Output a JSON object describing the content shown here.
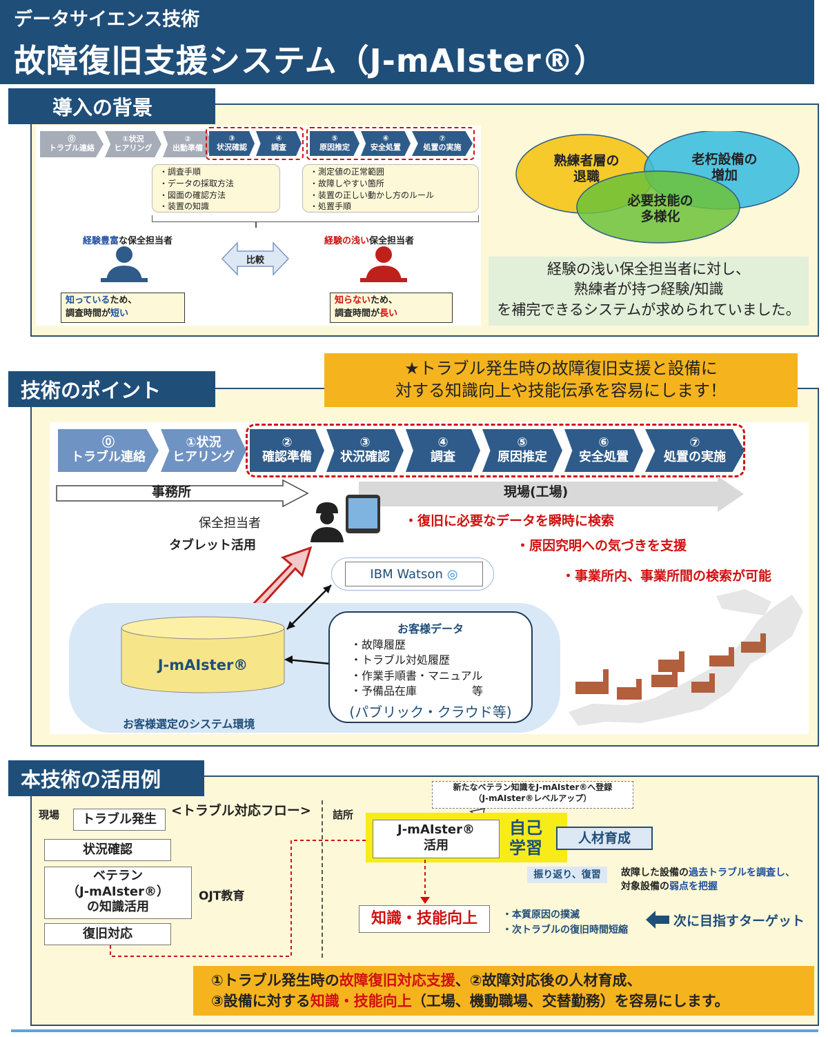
{
  "header": {
    "subtitle": "データサイエンス技術",
    "title": "故障復旧支援システム（J-mAIster®）"
  },
  "background": {
    "tag": "導入の背景",
    "steps": [
      {
        "num": "⓪",
        "label": "トラブル連絡"
      },
      {
        "num": "①状況",
        "label": "ヒアリング"
      },
      {
        "num": "②",
        "label": "出動準備"
      },
      {
        "num": "③",
        "label": "状況確認"
      },
      {
        "num": "④",
        "label": "調査"
      },
      {
        "num": "⑤",
        "label": "原因推定"
      },
      {
        "num": "⑥",
        "label": "安全処置"
      },
      {
        "num": "⑦",
        "label": "処置の実施"
      }
    ],
    "list_left": [
      "・調査手順",
      "・データの採取方法",
      "・図面の確認方法",
      "・装置の知識"
    ],
    "list_right": [
      "・測定値の正常範囲",
      "・故障しやすい箇所",
      "・装置の正しい動かし方のルール",
      "・処置手順"
    ],
    "compare": "比較",
    "exp_title_a": "経験豊富",
    "exp_title_b": "な保全担当者",
    "noexp_title_a": "経験の浅い",
    "noexp_title_b": "保全担当者",
    "exp_box": {
      "a": "知っている",
      "b": "ため、",
      "c": "調査時間が",
      "d": "短い"
    },
    "noexp_box": {
      "a": "知らない",
      "b": "ため、",
      "c": "調査時間が",
      "d": "長い"
    },
    "venn": {
      "c1": "熟練者層の\n退職",
      "c2": "老朽設備の\n増加",
      "c3": "必要技能の\n多様化"
    },
    "note": "経験の浅い保全担当者に対し、\n熟練者が持つ経験/知識\nを補完できるシステムが求められていました。"
  },
  "points": {
    "tag": "技術のポイント",
    "banner": "★トラブル発生時の故障復旧支援と設備に\n対する知識向上や技能伝承を容易にします！",
    "steps": [
      {
        "num": "⓪",
        "label": "トラブル連絡"
      },
      {
        "num": "①状況",
        "label": "ヒアリング"
      },
      {
        "num": "②",
        "label": "確認準備"
      },
      {
        "num": "③",
        "label": "状況確認"
      },
      {
        "num": "④",
        "label": "調査"
      },
      {
        "num": "⑤",
        "label": "原因推定"
      },
      {
        "num": "⑥",
        "label": "安全処置"
      },
      {
        "num": "⑦",
        "label": "処置の実施"
      }
    ],
    "office": "事務所",
    "field": "現場(工場)",
    "worker": "保全担当者",
    "tablet": "タブレット活用",
    "benefits": [
      "・復旧に必要なデータを瞬時に検索",
      "・原因究明への気づきを支援",
      "・事業所内、事業所間の検索が可能"
    ],
    "watson": "IBM Watson",
    "system": "J-mAIster®",
    "customer_title": "お客様データ",
    "customer_items": [
      "・故障履歴",
      "・トラブル対処履歴",
      "・作業手順書・マニュアル",
      "・予備品在庫　　　　　等"
    ],
    "cloud": "(パブリック・クラウド等)",
    "env": "お客様選定のシステム環境"
  },
  "usage": {
    "tag": "本技術の活用例",
    "field": "現場",
    "flow": "<トラブル対応フロー>",
    "office": "詰所",
    "trouble": "トラブル発生",
    "check": "状況確認",
    "veteran": "ベテラン\n（J-mAIster®）\nの知識活用",
    "ojt": "OJT教育",
    "recover": "復旧対応",
    "register": "新たなベテラン知識をJ-mAIster®へ登録\n（J-mAIster®レベルアップ）",
    "use": "J-mAIster®\n活用",
    "self": "自己\n学習",
    "hr": "人材育成",
    "review": "振り返り、復習",
    "investigate_a": "故障した設備の",
    "investigate_b": "過去トラブルを調査し、",
    "investigate_c": "対象設備の",
    "investigate_d": "弱点を把握",
    "knowledge": "知識・技能向上",
    "bullet1": "・本質原因の撲滅",
    "bullet2": "・次トラブルの復旧時間短縮",
    "target": "次に目指すターゲット",
    "summary": {
      "l1a": "①トラブル発生時の",
      "l1b": "故障復旧対応支援",
      "l1c": "、②故障対応後の人材育成、",
      "l2a": "③設備に対する",
      "l2b": "知識・技能向上",
      "l2c": "（工場、機動職場、交替勤務）を容易にします。"
    }
  }
}
